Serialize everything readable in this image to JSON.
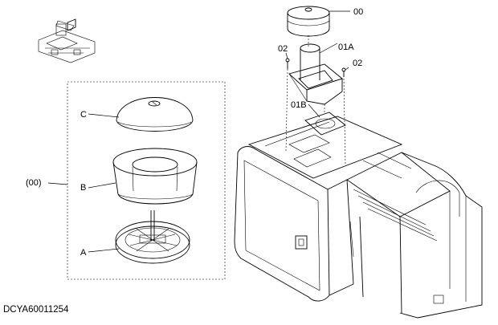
{
  "callouts": {
    "part_00": "00",
    "part_02_left": "02",
    "part_01A": "01A",
    "part_02_right": "02",
    "part_01B": "01B",
    "part_C": "C",
    "part_B": "B",
    "part_00_paren": "(00)",
    "part_A": "A"
  },
  "drawing_code": "DCYA60011254",
  "icons": {
    "locator": "machine-locator-icon"
  }
}
